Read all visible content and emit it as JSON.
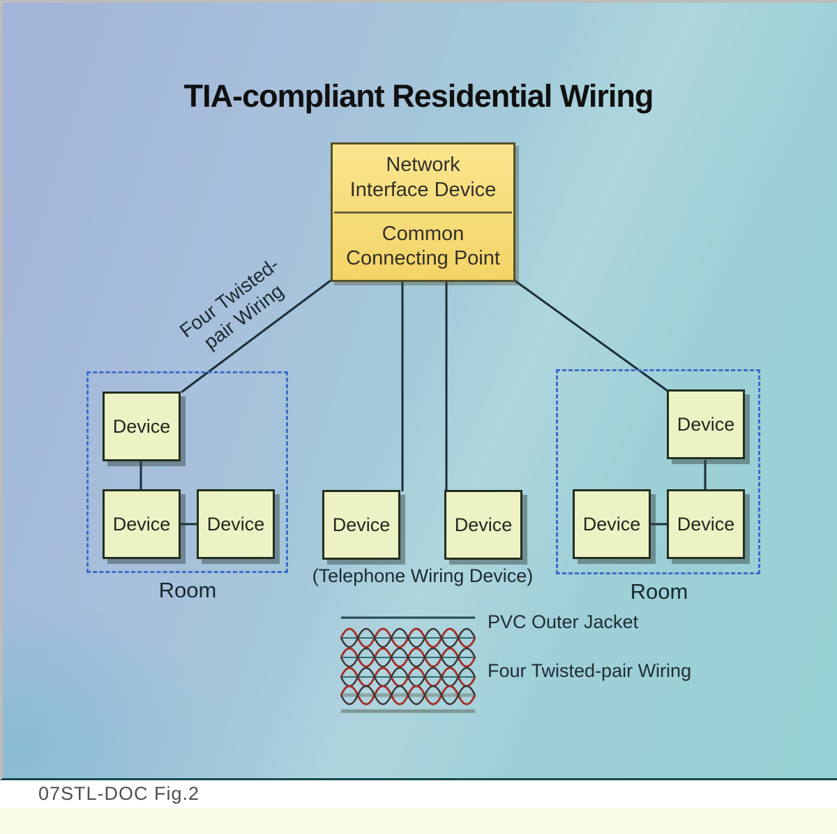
{
  "title": "TIA-compliant Residential Wiring",
  "nid": {
    "top_line1": "Network",
    "top_line2": "Interface Device",
    "bottom_line1": "Common",
    "bottom_line2": "Connecting Point"
  },
  "wiring_label": {
    "line1": "Four Twisted-",
    "line2": "pair Wiring"
  },
  "devices": [
    {
      "label": "Device"
    },
    {
      "label": "Device"
    },
    {
      "label": "Device"
    },
    {
      "label": "Device"
    },
    {
      "label": "Device"
    },
    {
      "label": "Device"
    },
    {
      "label": "Device"
    },
    {
      "label": "Device"
    }
  ],
  "rooms": {
    "left": "Room",
    "right": "Room"
  },
  "telephone_caption": "(Telephone Wiring Device)",
  "legend": {
    "pvc": "PVC Outer Jacket",
    "twisted": "Four Twisted-pair Wiring"
  },
  "footer": {
    "figure_id": "07STL-DOC Fig.2"
  },
  "colors": {
    "background_blue": "#a2b3d8",
    "background_teal": "#96d0d4",
    "nid_fill": "#f7da79",
    "nid_border": "#565128",
    "device_fill": "#edf2c4",
    "device_border": "#222e1e",
    "room_dash_blue": "#3d6dc9",
    "wire_dark": "#1b2d38",
    "legend_red": "#a3302a",
    "legend_teal_line": "#2e6d72",
    "caption_bar": "#11474d",
    "footer_cream": "#fbfce8"
  }
}
